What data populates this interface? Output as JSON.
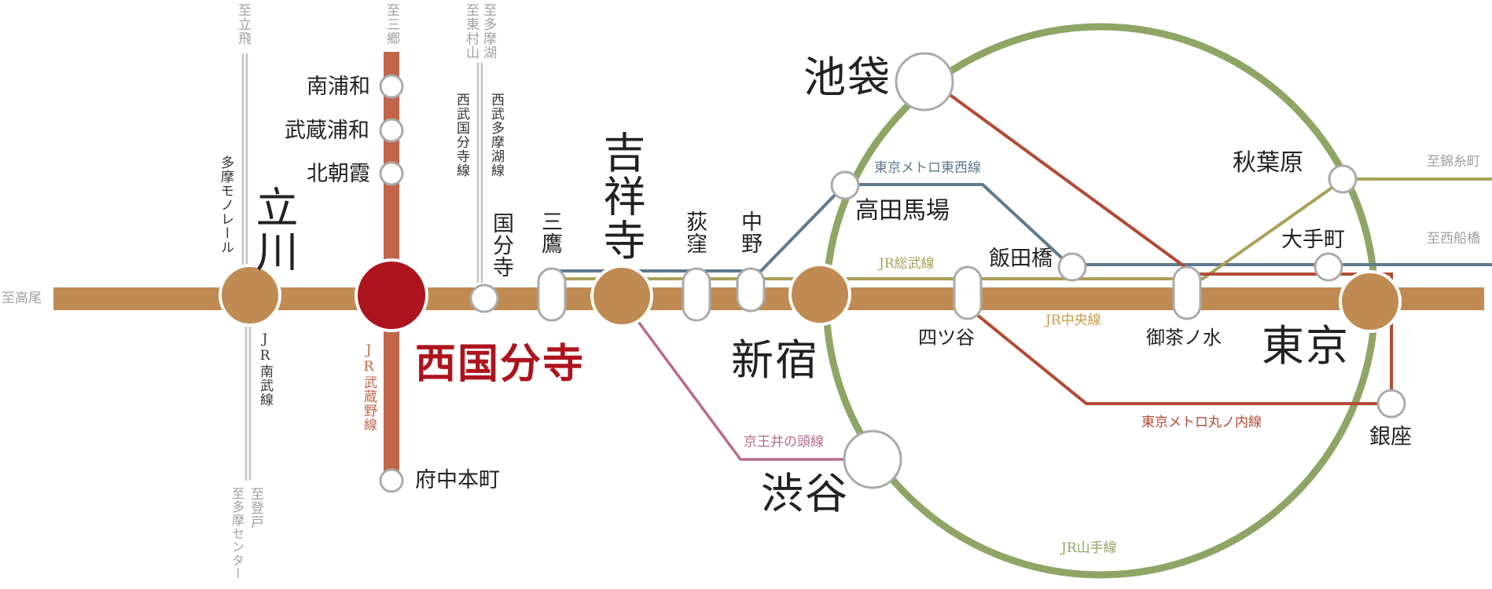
{
  "colors": {
    "chuo": "#bf8b52",
    "yamanote": "#8ea565",
    "musashino": "#c0654a",
    "marunouchi": "#b24a35",
    "tozai": "#5e7a8e",
    "sobu": "#a9a05a",
    "inokashira": "#b76a8e",
    "highlight": "#ad141d",
    "branch_gray": "#c2c2c2",
    "direction_gray": "#a0a0a0"
  },
  "stations": {
    "tachikawa": "立川",
    "nishi_kokubunji": "西国分寺",
    "kichijoji": "吉祥寺",
    "shinjuku": "新宿",
    "tokyo": "東京",
    "ikebukuro": "池袋",
    "shibuya": "渋谷",
    "minami_urawa": "南浦和",
    "musashi_urawa": "武蔵浦和",
    "kita_asaka": "北朝霞",
    "fuchu_hommachi": "府中本町",
    "kokubunji": "国分寺",
    "mitaka": "三鷹",
    "ogikubo": "荻窪",
    "nakano": "中野",
    "takadanobaba": "高田馬場",
    "iidabashi": "飯田橋",
    "yotsuya": "四ツ谷",
    "ochanomizu": "御茶ノ水",
    "akihabara": "秋葉原",
    "otemachi": "大手町",
    "ginza": "銀座"
  },
  "lines": {
    "tama_monorail": "多摩モノレール",
    "jr_nambu": "JR南武線",
    "jr_musashino": "JR武蔵野線",
    "seibu_kokubunji": "西武国分寺線",
    "seibu_tamako": "西武多摩湖線",
    "tozai": "東京メトロ東西線",
    "sobu": "JR総武線",
    "chuo": "JR中央線",
    "marunouchi": "東京メトロ丸ノ内線",
    "inokashira": "京王井の頭線",
    "yamanote": "JR山手線"
  },
  "directions": {
    "takao": "至高尾",
    "tachihi": "至立飛",
    "misato": "至三郷",
    "tamako": "至多摩湖",
    "higashimurayama": "至東村山",
    "noborito": "至登戸",
    "tama_center": "至多摩センター",
    "kinshicho": "至錦糸町",
    "nishi_funabashi": "至西船橋"
  }
}
